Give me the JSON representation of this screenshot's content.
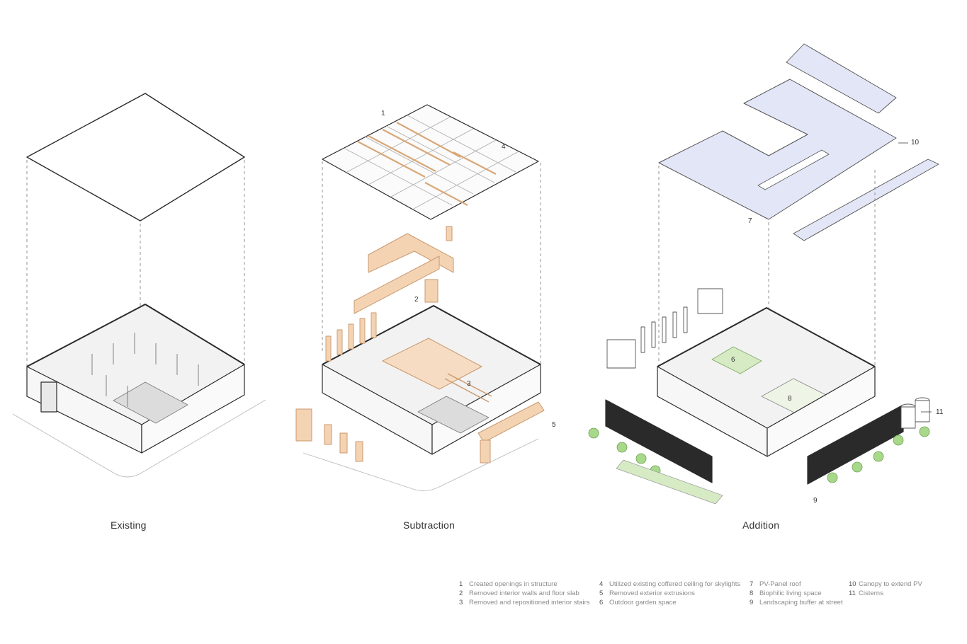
{
  "captions": {
    "existing": "Existing",
    "subtraction": "Subtraction",
    "addition": "Addition"
  },
  "callouts": [
    "1",
    "2",
    "3",
    "4",
    "5",
    "6",
    "7",
    "8",
    "9",
    "10",
    "11"
  ],
  "legend": {
    "col1": [
      {
        "num": "1",
        "text": "Created openings in structure"
      },
      {
        "num": "2",
        "text": "Removed interior walls and floor slab"
      },
      {
        "num": "3",
        "text": "Removed and repositioned interior stairs"
      }
    ],
    "col2": [
      {
        "num": "4",
        "text": "Utilized existing coffered ceiling for skylights"
      },
      {
        "num": "5",
        "text": "Removed exterior extrusions"
      },
      {
        "num": "6",
        "text": "Outdoor garden space"
      }
    ],
    "col3": [
      {
        "num": "7",
        "text": "PV-Panel roof"
      },
      {
        "num": "8",
        "text": "Biophilic living space"
      },
      {
        "num": "9",
        "text": "Landscaping buffer at street"
      }
    ],
    "col4": [
      {
        "num": "10",
        "text": "Canopy to extend PV"
      },
      {
        "num": "11",
        "text": "Cisterns"
      }
    ]
  },
  "colors": {
    "line": "#2b2b2b",
    "wall_fill": "#f7f7f7",
    "floor_fill": "#ececec",
    "removed_fill": "#f4d3b3",
    "removed_stroke": "#c99a70",
    "garden_fill": "#d6ebc4",
    "tree_fill": "#a8d88a",
    "panel_fill": "#e3e6f6",
    "dark_facade": "#2a2a2a"
  }
}
